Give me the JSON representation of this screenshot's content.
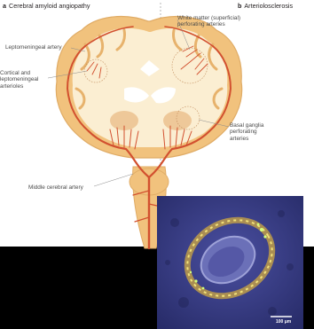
{
  "panels": {
    "a": {
      "letter": "a",
      "title": "Cerebral amyloid angiopathy"
    },
    "b": {
      "letter": "b",
      "title": "Arteriolosclerosis"
    }
  },
  "labels": {
    "leptomeningeal_artery": "Leptomeningeal artery",
    "cortical_arterioles": "Cortical and\nleptomeningeal\narterioles",
    "white_matter_arteries": "White matter (superficial)\nperforating arteries",
    "basal_ganglia_arteries": "Basal ganglia\nperforating\narteries",
    "middle_cerebral_artery": "Middle cerebral artery"
  },
  "micrograph": {
    "scale_bar": "100 μm"
  },
  "colors": {
    "cortex": "#f1c27d",
    "white_matter": "#fbeed2",
    "artery": "#d2502f",
    "background": "#000000",
    "micrograph_base": "#3b3f8c"
  }
}
